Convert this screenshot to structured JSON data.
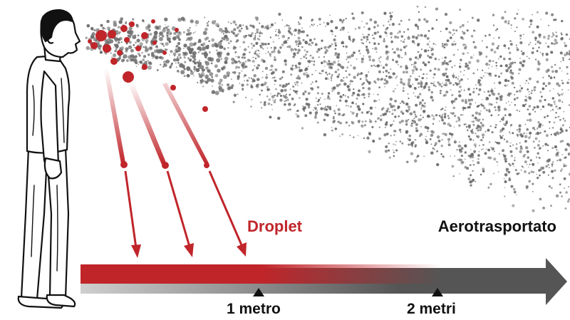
{
  "labels": {
    "droplet": "Droplet",
    "airborne": "Aerotrasportato",
    "one_meter": "1 metro",
    "two_meters": "2 metri"
  },
  "colors": {
    "droplet_red": "#c0252a",
    "aerosol_grey": "#6d6d6d",
    "axis_grey": "#555555",
    "axis_light": "#cfcfcf",
    "text_dark": "#111111"
  },
  "icons": {
    "person": "standing-man-outline",
    "marker": "triangle-up"
  }
}
